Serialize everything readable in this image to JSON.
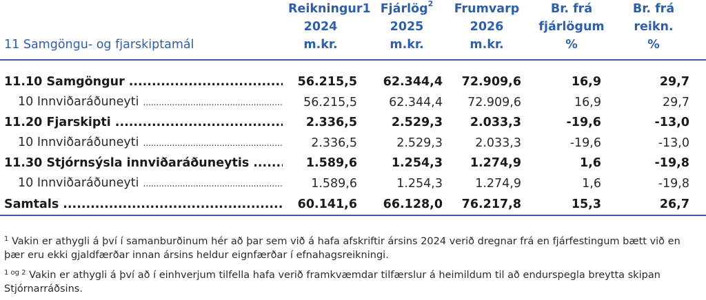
{
  "header": {
    "section_title": "11 Samgöngu- og fjarskiptamál",
    "columns": [
      {
        "line1": "Reikningur",
        "sup": "1",
        "line2": "2024",
        "line3": "m.kr."
      },
      {
        "line1": "Fjárlög",
        "sup": "2",
        "line2": "2025",
        "line3": "m.kr."
      },
      {
        "line1": "Frumvarp",
        "sup": "",
        "line2": "2026",
        "line3": "m.kr."
      },
      {
        "line1": "Br. frá",
        "sup": "",
        "line2": "fjárlögum",
        "line3": "%"
      },
      {
        "line1": "Br. frá",
        "sup": "",
        "line2": "reikn.",
        "line3": "%"
      }
    ]
  },
  "rows": [
    {
      "label": "11.10 Samgöngur",
      "v1": "56.215,5",
      "v2": "62.344,4",
      "v3": "72.909,6",
      "v4": "16,9",
      "v5": "29,7"
    },
    {
      "label": "10 Innviðaráðuneyti",
      "v1": "56.215,5",
      "v2": "62.344,4",
      "v3": "72.909,6",
      "v4": "16,9",
      "v5": "29,7"
    },
    {
      "label": "11.20 Fjarskipti",
      "v1": "2.336,5",
      "v2": "2.529,3",
      "v3": "2.033,3",
      "v4": "-19,6",
      "v5": "-13,0"
    },
    {
      "label": "10 Innviðaráðuneyti",
      "v1": "2.336,5",
      "v2": "2.529,3",
      "v3": "2.033,3",
      "v4": "-19,6",
      "v5": "-13,0"
    },
    {
      "label": "11.30 Stjórnsýsla innviðaráðuneytis",
      "v1": "1.589,6",
      "v2": "1.254,3",
      "v3": "1.274,9",
      "v4": "1,6",
      "v5": "-19,8"
    },
    {
      "label": "10 Innviðaráðuneyti",
      "v1": "1.589,6",
      "v2": "1.254,3",
      "v3": "1.274,9",
      "v4": "1,6",
      "v5": "-19,8"
    },
    {
      "label": "Samtals",
      "v1": "60.141,6",
      "v2": "66.128,0",
      "v3": "76.217,8",
      "v4": "15,3",
      "v5": "26,7"
    }
  ],
  "footnotes": [
    {
      "mark": "1",
      "text": "Vakin er athygli á því í samanburðinum hér að þar sem við á hafa afskriftir ársins 2024 verið dregnar frá en fjárfestingum bætt við en þær eru ekki gjaldfærðar innan ársins heldur eignfærðar í efnahagsreikningi."
    },
    {
      "mark": "1 og 2",
      "text": "Vakin er athygli á því að í einhverjum tilfella hafa verið framkvæmdar tilfærslur á heimildum til að endurspegla breytta skipan Stjórnarráðsins."
    }
  ]
}
